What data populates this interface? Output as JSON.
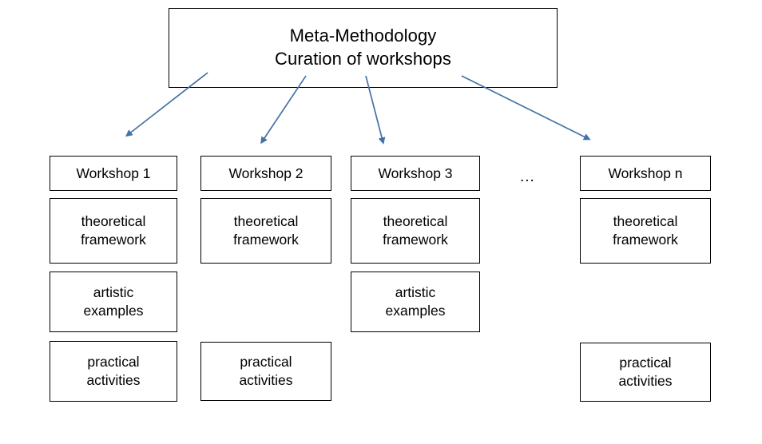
{
  "diagram": {
    "root": {
      "line1": "Meta-Methodology",
      "line2": "Curation of workshops"
    },
    "ellipsis": "...",
    "arrow_color": "#4472A4",
    "border_color": "#000000",
    "background_color": "#FFFFFF",
    "columns": [
      {
        "header": "Workshop 1",
        "items": [
          {
            "line1": "theoretical",
            "line2": "framework"
          },
          {
            "line1": "artistic",
            "line2": "examples"
          },
          {
            "line1": "practical",
            "line2": "activities"
          }
        ]
      },
      {
        "header": "Workshop 2",
        "items": [
          {
            "line1": "theoretical",
            "line2": "framework"
          },
          {
            "line1": "practical",
            "line2": "activities"
          }
        ]
      },
      {
        "header": "Workshop 3",
        "items": [
          {
            "line1": "theoretical",
            "line2": "framework"
          },
          {
            "line1": "artistic",
            "line2": "examples"
          }
        ]
      },
      {
        "header": "Workshop n",
        "items": [
          {
            "line1": "theoretical",
            "line2": "framework"
          },
          {
            "line1": "practical",
            "line2": "activities"
          }
        ]
      }
    ]
  }
}
